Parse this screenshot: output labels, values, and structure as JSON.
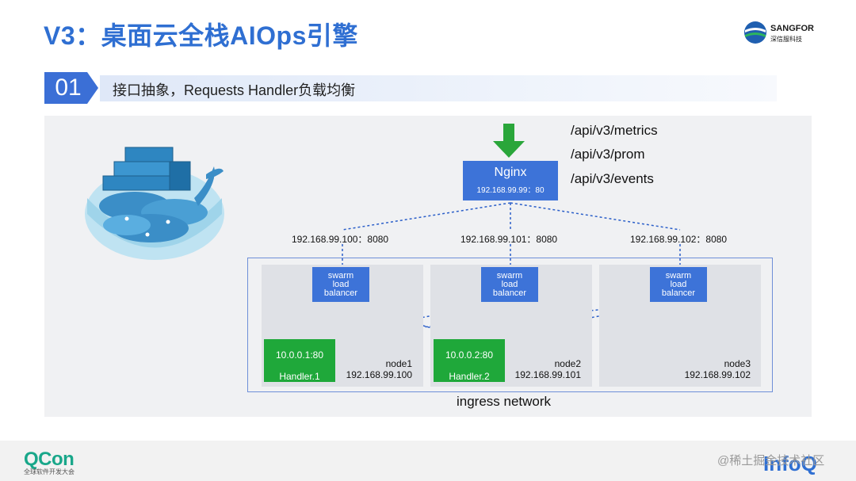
{
  "title": "V3：桌面云全栈AIOps引擎",
  "logo": {
    "name": "SANGFOR",
    "sub": "深信服科技"
  },
  "section": {
    "number": "01",
    "text": "接口抽象，Requests Handler负载均衡"
  },
  "api_paths": [
    "/api/v3/metrics",
    "/api/v3/prom",
    "/api/v3/events"
  ],
  "nginx": {
    "name": "Nginx",
    "addr": "192.168.99.99：80"
  },
  "node_ips": [
    "192.168.99.100：8080",
    "192.168.99.101：8080",
    "192.168.99.102：8080"
  ],
  "swarm_label": [
    "swarm",
    "load",
    "balancer"
  ],
  "handlers": [
    {
      "ip": "10.0.0.1:80",
      "name": "Handler.1"
    },
    {
      "ip": "10.0.0.2:80",
      "name": "Handler.2"
    }
  ],
  "nodes": [
    {
      "name": "node1",
      "ip": "192.168.99.100"
    },
    {
      "name": "node2",
      "ip": "192.168.99.101"
    },
    {
      "name": "node3",
      "ip": "192.168.99.102"
    }
  ],
  "ingress": "ingress network",
  "footer": {
    "qcon": "QCon",
    "qcon_sub": "全球软件开发大会",
    "infoq": "InfoQ",
    "watermark": "@稀土掘金技术社区"
  },
  "colors": {
    "blue": "#3d73d8",
    "green": "#1fa83a",
    "title": "#2f6fd2"
  }
}
